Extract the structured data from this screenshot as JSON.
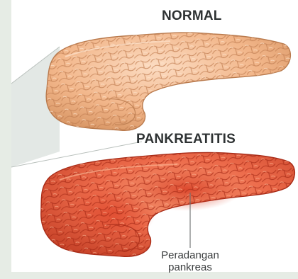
{
  "labels": {
    "normal": "NORMAL",
    "pancreatitis": "PANKREATITIS"
  },
  "annotation": {
    "line1": "Peradangan",
    "line2": "pankreas"
  },
  "colors": {
    "normal_fill": "#f2b68a",
    "normal_shadow": "#cf8a5e",
    "normal_highlight": "#fbd6b8",
    "inflamed_fill": "#ec6a4a",
    "inflamed_shadow": "#b8321e",
    "inflamed_highlight": "#f7a27c",
    "cone": "#d9dedb",
    "band": "#e6ece5",
    "text": "#2e3233"
  },
  "icons": [
    "normal-pancreas-icon",
    "inflamed-pancreas-icon"
  ]
}
